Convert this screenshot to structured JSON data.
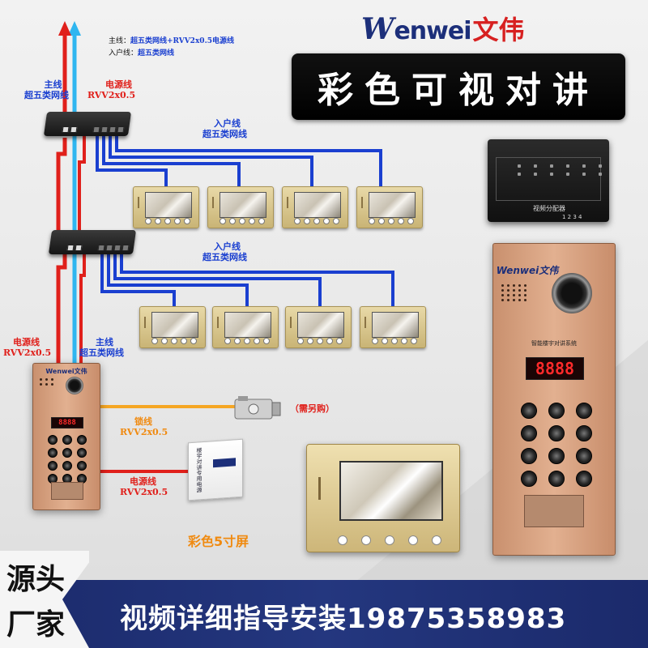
{
  "brand": {
    "logo_w": "W",
    "logo_rest": "enwei",
    "logo_cn": "文伟"
  },
  "title": "彩色可视对讲",
  "legend": {
    "main_prefix": "主线：",
    "main_value": "超五类网线+RVV2x0.5电源线",
    "home_prefix": "入户线：",
    "home_value": "超五类网线"
  },
  "labels": {
    "main_line_top": "主线",
    "main_line_top_sub": "超五类网线",
    "power_top": "电源线",
    "power_top_sub": "RVV2x0.5",
    "home_line_1": "入户线",
    "home_line_1_sub": "超五类网线",
    "home_line_2": "入户线",
    "home_line_2_sub": "超五类网线",
    "power_mid": "电源线",
    "power_mid_sub": "RVV2x0.5",
    "main_line_mid": "主线",
    "main_line_mid_sub": "超五类网线",
    "lock_line": "锁线",
    "lock_line_sub": "RVV2x0.5",
    "lock_note": "（需另购）",
    "power_bottom": "电源线",
    "power_bottom_sub": "RVV2x0.5",
    "color_screen": "彩色5寸屏"
  },
  "video_distributor": {
    "label": "视频分配器",
    "ports": "1  2  3  4"
  },
  "panel_large": {
    "brand": "Wenwei文伟",
    "caption": "智能楼宇对讲系统",
    "display": "8888"
  },
  "panel_small": {
    "brand": "Wenwei文伟",
    "display": "8888"
  },
  "power_box": {
    "text": "楼宇对讲专用电源"
  },
  "corner": {
    "line1": "源头",
    "line2": "厂家"
  },
  "bottom": {
    "text": "视频详细指导安装19875358983"
  },
  "colors": {
    "red": "#e0201b",
    "blue": "#1a3fd0",
    "cyan": "#2fb6f0",
    "orange": "#f5a623",
    "navy": "#1c2f7a"
  }
}
